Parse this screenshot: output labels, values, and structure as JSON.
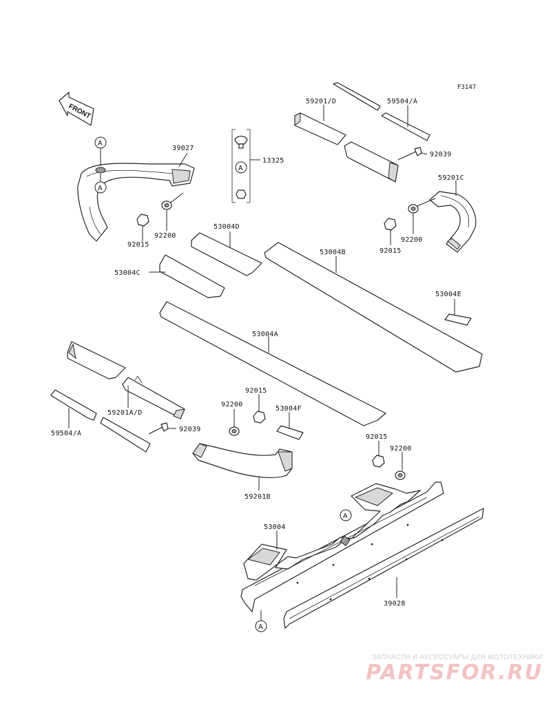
{
  "figure_code": "F3147",
  "front_label": "FRONT",
  "callout": "A",
  "parts": {
    "p39027": "39027",
    "p13325": "13325",
    "p59201_d_top": "59201/D",
    "p59504_a_top": "59504/A",
    "p92039_top": "92039",
    "p59201c": "59201C",
    "p92200_l": "92200",
    "p92015_l": "92015",
    "p53004d": "53004D",
    "p92200_r": "92200",
    "p92015_r": "92015",
    "p53004b": "53004B",
    "p53004c": "53004C",
    "p53004e": "53004E",
    "p53004a": "53004A",
    "p92015_m": "92015",
    "p92200_m": "92200",
    "p53004f": "53004F",
    "p59201a_d": "59201A/D",
    "p59504_a_bot": "59504/A",
    "p92039_bot": "92039",
    "p59201b": "59201B",
    "p92015_b": "92015",
    "p92200_b": "92200",
    "p53004": "53004",
    "p39028": "39028"
  },
  "watermark": {
    "subtitle": "ЗАПЧАСТИ И АКСЕССУАРЫ ДЛЯ МОТОТЕХНИКИ",
    "brand": "PARTSFOR.RU"
  },
  "colors": {
    "line": "#222222",
    "watermark_brand": "#f3c2c2",
    "watermark_sub": "#cfcfcf"
  }
}
